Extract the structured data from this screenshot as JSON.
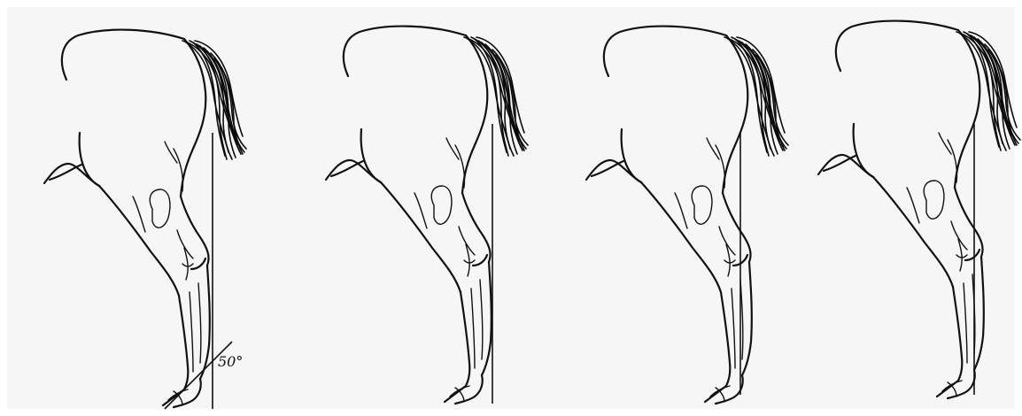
{
  "figure": {
    "panels": [
      {
        "id": "panel-1",
        "annotation": "50°"
      },
      {
        "id": "panel-2",
        "annotation": ""
      },
      {
        "id": "panel-3",
        "annotation": ""
      },
      {
        "id": "panel-4",
        "annotation": ""
      }
    ]
  },
  "colors": {
    "background": "#f6f6f6",
    "ink": "#111111"
  }
}
